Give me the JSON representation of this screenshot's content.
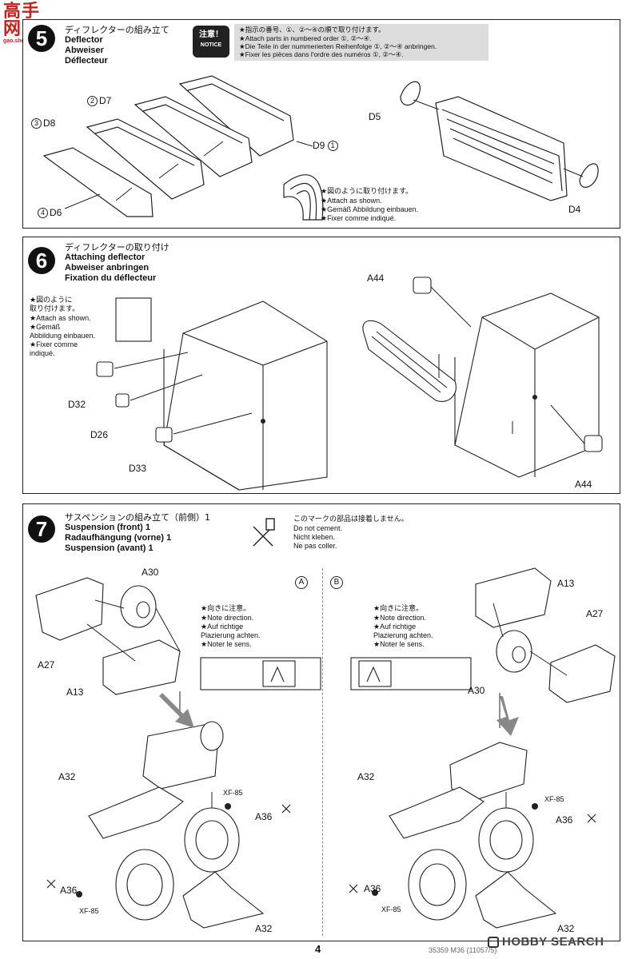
{
  "watermark": {
    "logo_text": "高手网",
    "url": "gao.shou.com"
  },
  "step5": {
    "number": "5",
    "title_ja": "ディフレクターの組み立て",
    "title_en": "Deflector",
    "title_de": "Abweiser",
    "title_fr": "Déflecteur",
    "notice": {
      "badge_ja": "注意！",
      "badge_en": "NOTICE",
      "line_ja": "★指示の番号、①、②～④の順で取り付けます。",
      "line_en": "★Attach parts in numbered order ①, ②～④.",
      "line_de": "★Die Teile in der nummerierten Reihenfolge ①, ②～④ anbringen.",
      "line_fr": "★Fixer les pièces dans l'ordre des numéros ①, ②～④."
    },
    "parts": {
      "d7_num": "2",
      "d7": "D7",
      "d8_num": "3",
      "d8": "D8",
      "d9_num": "1",
      "d9": "D9",
      "d6_num": "4",
      "d6": "D6",
      "d5": "D5",
      "d4": "D4"
    },
    "attach_note": {
      "ja": "★図のように取り付けます。",
      "en": "★Attach as shown.",
      "de": "★Gemäß Abbildung einbauen.",
      "fr": "★Fixer comme indiqué."
    }
  },
  "step6": {
    "number": "6",
    "title_ja": "ディフレクターの取り付け",
    "title_en": "Attaching deflector",
    "title_de": "Abweiser anbringen",
    "title_fr": "Fixation du déflecteur",
    "note": {
      "ja1": "★図のように",
      "ja2": "取り付けます。",
      "en": "★Attach as shown.",
      "de1": "★Gemäß",
      "de2": "Abbildung einbauen.",
      "fr1": "★Fixer comme",
      "fr2": "indiqué."
    },
    "parts": {
      "d32": "D32",
      "d26": "D26",
      "d33": "D33",
      "a44_top": "A44",
      "a44_bottom": "A44"
    }
  },
  "step7": {
    "number": "7",
    "title_ja": "サスペンションの組み立て（前側）1",
    "title_en": "Suspension (front) 1",
    "title_de": "Radaufhängung (vorne) 1",
    "title_fr": "Suspension (avant) 1",
    "cement_note": {
      "ja": "このマークの部品は接着しません。",
      "en": "Do not cement.",
      "de": "Nicht kleben.",
      "fr": "Ne pas coller."
    },
    "variant_a": "A",
    "variant_b": "B",
    "direction_note": {
      "ja": "★向きに注意。",
      "en": "★Note direction.",
      "de1": "★Auf richtige",
      "de2": "Plazierung achten.",
      "fr": "★Noter le sens."
    },
    "parts_a": {
      "a30": "A30",
      "a27": "A27",
      "a13": "A13",
      "a32": "A32",
      "a36_top": "A36",
      "a36_bottom": "A36",
      "xf85_top": "XF-85",
      "xf85_bottom": "XF-85",
      "a32_bottom": "A32"
    },
    "parts_b": {
      "a13": "A13",
      "a27": "A27",
      "a30": "A30",
      "a32": "A32",
      "a36_top": "A36",
      "a36_bottom": "A36",
      "xf85_top": "XF-85",
      "xf85_bottom": "XF-85",
      "a32_bottom": "A32"
    }
  },
  "footer": {
    "page": "4",
    "code": "35359 M36 (11057/5)",
    "brand": "HOBBY SEARCH"
  }
}
